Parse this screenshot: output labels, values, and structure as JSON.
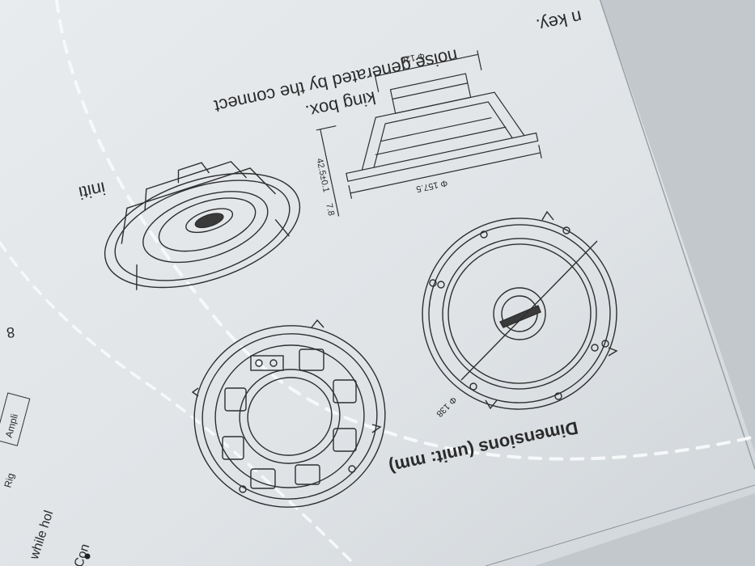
{
  "manual_text": {
    "line1": "noise generated by the connect",
    "line2": "n key.",
    "line3": "king box.",
    "line4": "initi",
    "left_fragment_1": "Ampli",
    "left_fragment_2": "Rig",
    "left_fragment_3": "while hol",
    "left_fragment_4": "Con",
    "left_fragment_5": "8"
  },
  "section_title": "Dimensions (unit: mm)",
  "dimensions": {
    "top_width": "Φ 126",
    "outer_width": "Φ 157.5",
    "height": "42.5±0.1",
    "flange": "7.8",
    "cutout": "Φ 138"
  },
  "colors": {
    "paper": "#e3e7ea",
    "paper_shadow": "#b9bfc4",
    "ink": "#2e2e2e",
    "stitch": "#f4f6f8"
  }
}
